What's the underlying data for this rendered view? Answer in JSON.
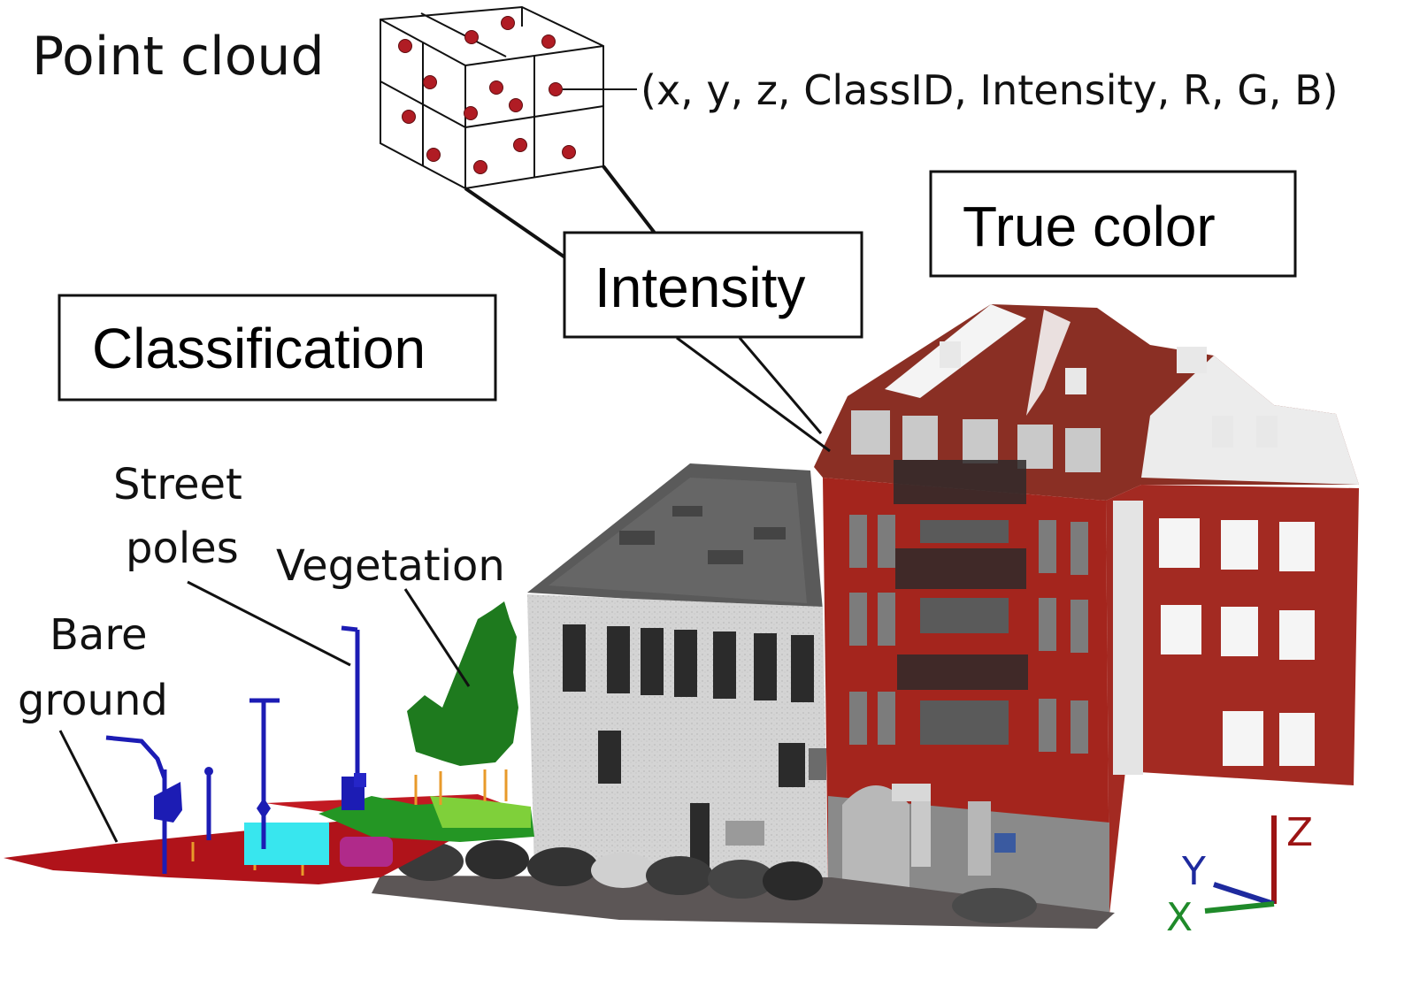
{
  "labels": {
    "point_cloud": "Point cloud",
    "attributes": "(x, y, z, ClassID, Intensity, R, G, B)",
    "true_color": "True color",
    "intensity": "Intensity",
    "classification": "Classification",
    "street": "Street",
    "poles": "poles",
    "vegetation": "Vegetation",
    "bare": "Bare",
    "ground": "ground"
  },
  "axes": {
    "z": "Z",
    "y": "Y",
    "x": "X"
  },
  "colors": {
    "point": "#b01c24",
    "ground_class": "#b0131a",
    "poles_class": "#1c1cb4",
    "vegetation_class": "#1e7a1e",
    "axis_z": "#9c1414",
    "axis_y": "#1e2a9e",
    "axis_x": "#1f8a2a"
  }
}
